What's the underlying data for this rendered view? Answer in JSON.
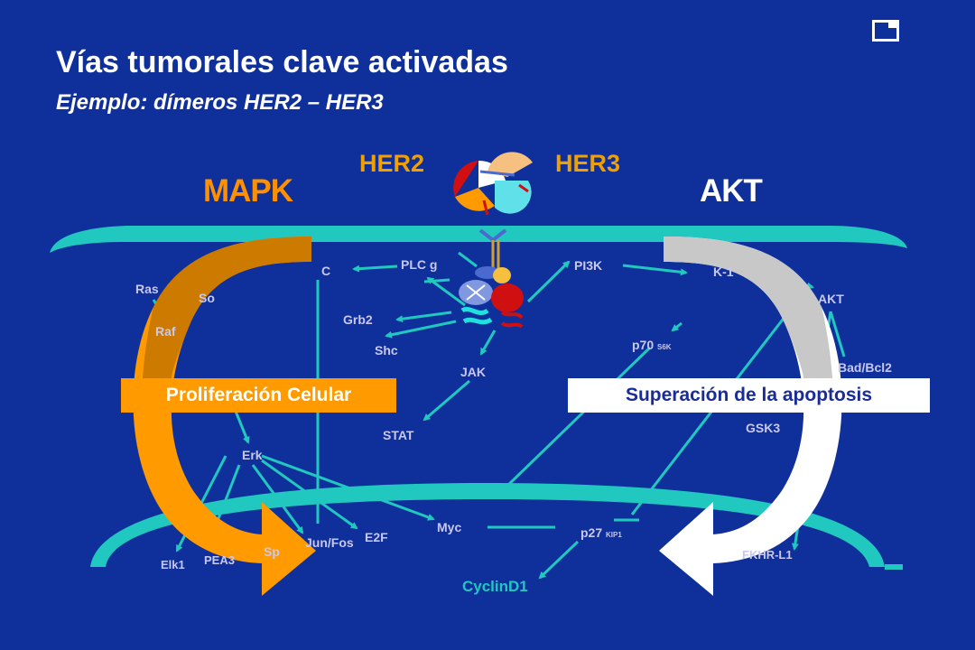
{
  "title": "Vías tumorales clave activadas",
  "subtitle": "Ejemplo: dímeros HER2 – HER3",
  "receptors": {
    "left": "HER2",
    "right": "HER3"
  },
  "pathways": {
    "left": "MAPK",
    "right": "AKT"
  },
  "boxes": {
    "left": "Proliferación Celular",
    "right": "Superación de la apoptosis"
  },
  "nodes": {
    "ras": "Ras",
    "sos": "So",
    "raf": "Raf",
    "pkc": "C",
    "plc": "PLC g",
    "grb2": "Grb2",
    "shc": "Shc",
    "jak": "JAK",
    "stat": "STAT",
    "erk": "Erk",
    "elk1": "Elk1",
    "pea3": "PEA3",
    "sp1": "Sp",
    "junfos": "Jun/Fos",
    "e2f": "E2F",
    "myc": "Myc",
    "pi3k": "PI3K",
    "pdk1": "K-1",
    "akt": "AKT",
    "p70": "p70",
    "p70_sup": "S6K",
    "badbcl2": "Bad/Bcl2",
    "gsk3": "GSK3",
    "p27": "p27",
    "p27_sup": "KIP1",
    "fkhr": "FKHR-L1",
    "cyclind1": "CyclinD1"
  },
  "colors": {
    "background": "#0f2f9b",
    "membrane": "#20c8c0",
    "mapk": "#ff9000",
    "proliferation_box": "#ff9a00",
    "akt_arrow": "#c8c8c8"
  },
  "icons": {
    "corner": "page-icon"
  }
}
